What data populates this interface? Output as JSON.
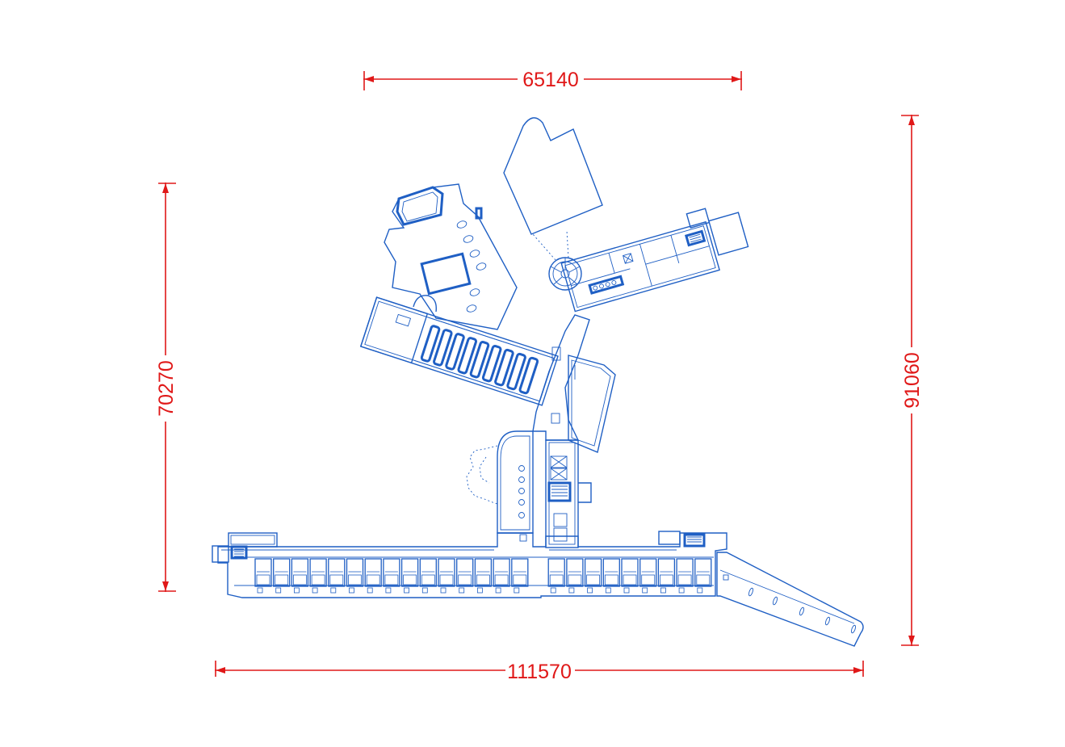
{
  "colors": {
    "plan": "#1f5fc4",
    "dimension": "#e01818",
    "background": "#ffffff"
  },
  "dimensions": {
    "top": "65140",
    "bottom": "111570",
    "left": "70270",
    "right": "91060"
  }
}
